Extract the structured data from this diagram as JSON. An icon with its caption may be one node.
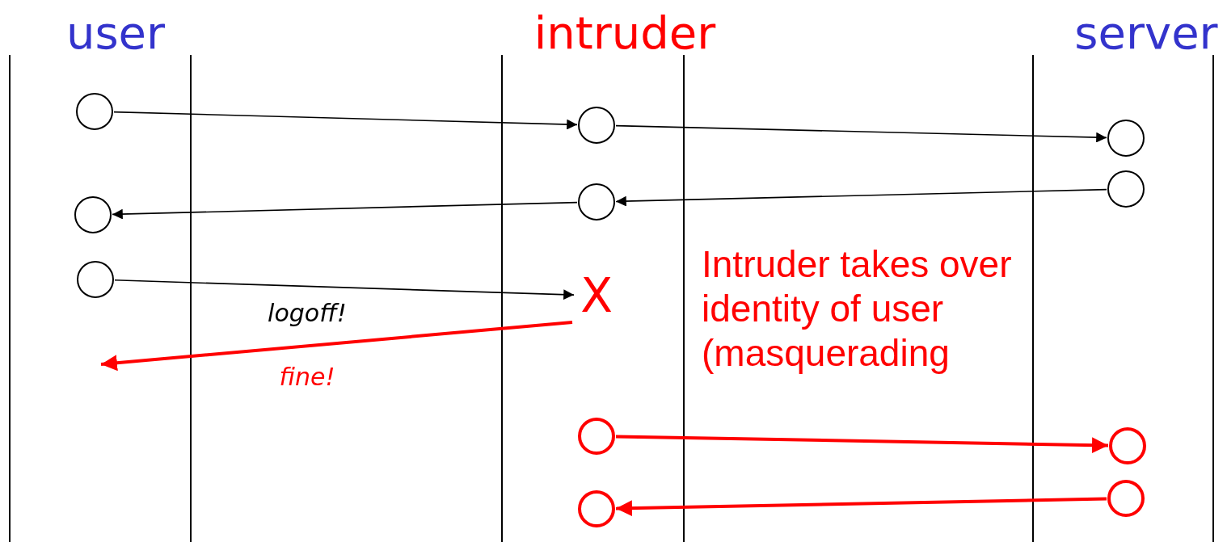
{
  "diagram": {
    "nodes": [
      {
        "text": [],
        "shape": "circle"
      },
      {
        "text": [],
        "shape": "circle"
      },
      {
        "text": [],
        "shape": "circle"
      },
      {
        "text": [],
        "shape": "circle"
      },
      {
        "text": [],
        "shape": "circle"
      },
      {
        "text": [],
        "shape": "circle"
      },
      {
        "text": [],
        "shape": "circle"
      },
      {
        "text": [
          "X"
        ]
      },
      {
        "text": [],
        "shape": "circle"
      },
      {
        "text": [],
        "shape": "circle"
      },
      {
        "text": [],
        "shape": "circle"
      },
      {
        "text": [],
        "shape": "circle"
      }
    ],
    "edges": [
      {
        "from": 0,
        "to": 1,
        "arrow": "to"
      },
      {
        "from": 1,
        "to": 2,
        "arrow": "to"
      },
      {
        "from": 3,
        "to": 4,
        "arrow": "to"
      },
      {
        "from": 4,
        "to": 5,
        "arrow": "to"
      },
      {
        "from": 6,
        "to": 7,
        "arrow": "to",
        "label": "logoff!"
      },
      {
        "from": 7,
        "to": null,
        "arrow": "to",
        "label": "fine!",
        "style": "thick",
        "color": "#ff0000"
      },
      {
        "from": 8,
        "to": 9,
        "arrow": "to",
        "style": "thick",
        "color": "#ff0000"
      },
      {
        "from": 11,
        "to": 10,
        "arrow": "to",
        "style": "thick",
        "color": "#ff0000"
      }
    ],
    "labels": [
      "user",
      "intruder",
      "server",
      "Intruder takes over identity of user (masquerading"
    ]
  }
}
